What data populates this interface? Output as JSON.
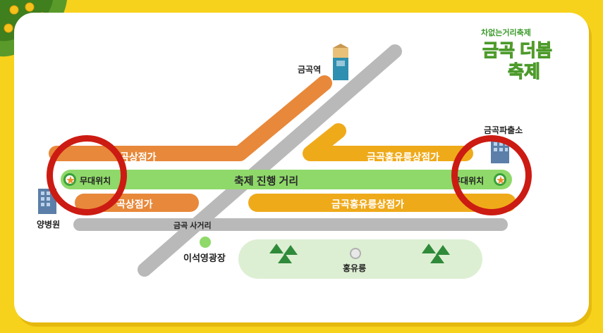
{
  "colors": {
    "frame": "#f7d21c",
    "orange_street": "#e8883a",
    "yellow_street": "#efaa1a",
    "green_street": "#8fd96a",
    "road": "#b9b9b9",
    "park": "#ddefd3",
    "ring": "#cc1b12"
  },
  "logo": {
    "subtitle": "차없는거리축제",
    "title_line1": "금곡 더봄",
    "title_line2": "축제"
  },
  "streets": {
    "upper_left": "곡상점가",
    "upper_right": "금곡홍유릉상점가",
    "lower_left": "곡상점가",
    "lower_right": "금곡홍유릉상점가",
    "festival": "축제 진행 거리",
    "road": "금곡 사거리"
  },
  "places": {
    "station": "금곡역",
    "police": "금곡파출소",
    "hospital": "양병원",
    "plaza": "이석영광장",
    "tomb": "홍유릉"
  },
  "stage": {
    "left": "무대위치",
    "right": "무대위치"
  },
  "icons": [
    "flower-icon",
    "station-building-icon",
    "police-building-icon",
    "hospital-building-icon",
    "tree-icon",
    "star-icon",
    "plaza-icon"
  ]
}
